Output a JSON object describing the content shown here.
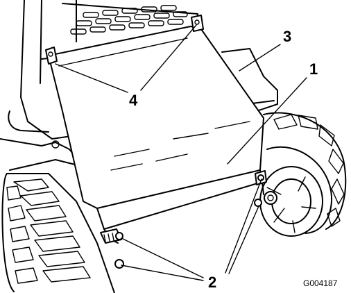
{
  "callouts": {
    "c1": "1",
    "c2": "2",
    "c3": "3",
    "c4": "4"
  },
  "figure_id": "G004187",
  "colors": {
    "line": "#000000",
    "background": "#ffffff"
  }
}
